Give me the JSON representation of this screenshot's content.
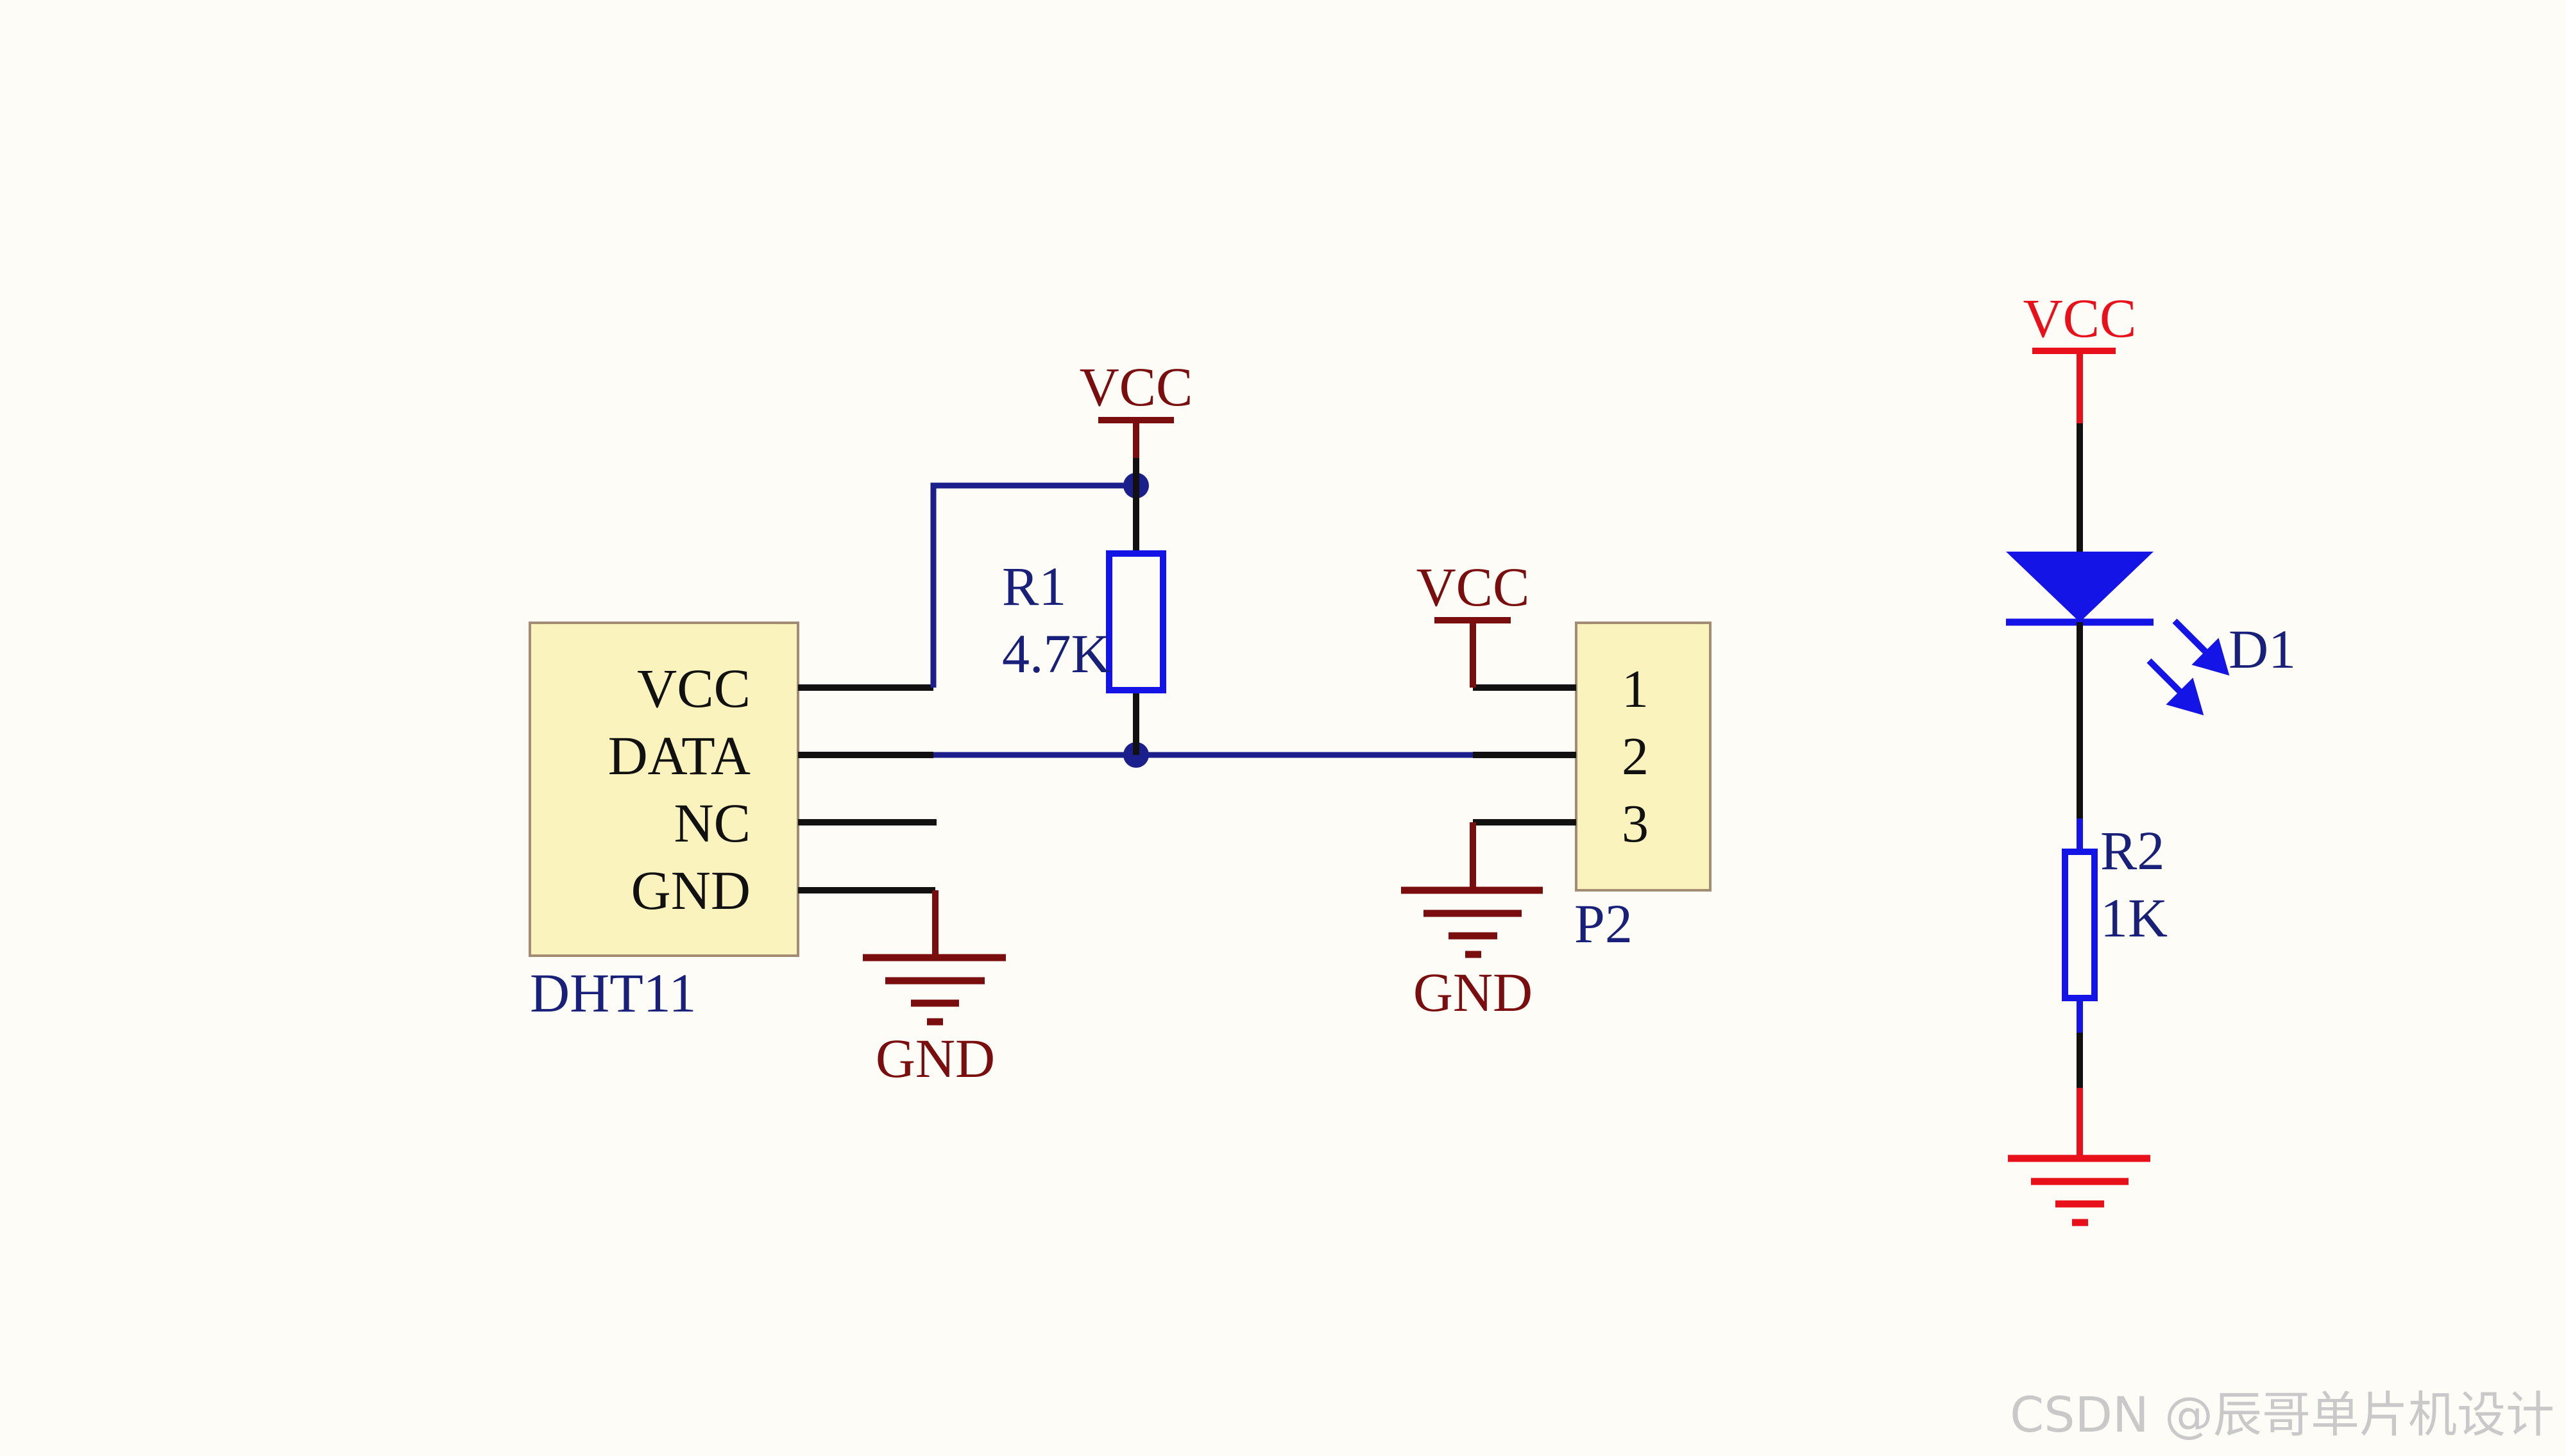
{
  "colors": {
    "background": "#fdfcf7",
    "wire_blue": "#1a1f8c",
    "pin_black": "#111111",
    "power_darkred": "#7a0e0e",
    "power_red": "#e8101a",
    "component_blue": "#1414e6",
    "body_fill": "#fbf3bd",
    "body_stroke": "#a38c74",
    "label_navy": "#18207a",
    "watermark": "#c9c9c9"
  },
  "components": {
    "dht11": {
      "designator": "DHT11",
      "pins": [
        "VCC",
        "DATA",
        "NC",
        "GND"
      ]
    },
    "r1": {
      "designator": "R1",
      "value": "4.7K"
    },
    "p2": {
      "designator": "P2",
      "pins": [
        "1",
        "2",
        "3"
      ]
    },
    "r2": {
      "designator": "R2",
      "value": "1K"
    },
    "d1": {
      "designator": "D1"
    }
  },
  "power": {
    "vcc_r1": "VCC",
    "vcc_p2": "VCC",
    "vcc_led": "VCC",
    "gnd_dht11": "GND",
    "gnd_p2": "GND"
  },
  "watermark": "CSDN @辰哥单片机设计"
}
